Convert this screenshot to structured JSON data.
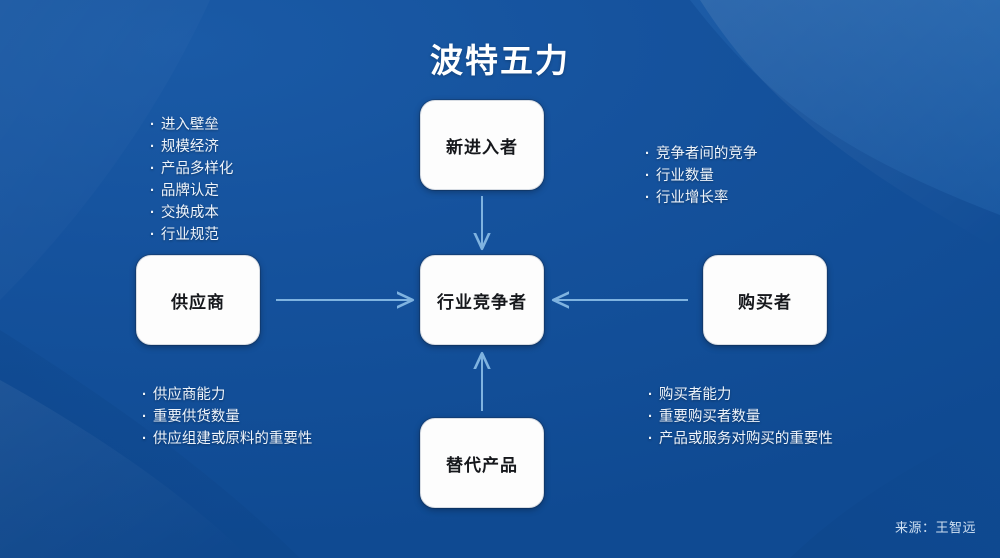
{
  "slide": {
    "title": "波特五力",
    "background_color": "#14529b",
    "accent_color": "#7fb3e0",
    "box_fill": "#fdfdfd",
    "source": "来源：王智远"
  },
  "nodes": {
    "new_entrants": "新进入者",
    "industry_competitors": "行业竞争者",
    "suppliers": "供应商",
    "buyers": "购买者",
    "substitutes": "替代产品"
  },
  "lists": {
    "entrants": [
      "进入壁垒",
      "规模经济",
      "产品多样化",
      "品牌认定",
      "交换成本",
      "行业规范"
    ],
    "rivalry": [
      "竞争者间的竞争",
      "行业数量",
      "行业增长率"
    ],
    "supplier_power": [
      "供应商能力",
      "重要供货数量",
      "供应组建或原料的重要性"
    ],
    "buyer_power": [
      "购买者能力",
      "重要购买者数量",
      "产品或服务对购买的重要性"
    ]
  },
  "arrows": [
    {
      "name": "arrow-entrants-to-center",
      "direction": "down"
    },
    {
      "name": "arrow-suppliers-to-center",
      "direction": "right"
    },
    {
      "name": "arrow-buyers-to-center",
      "direction": "left"
    },
    {
      "name": "arrow-substitutes-to-center",
      "direction": "up"
    }
  ]
}
